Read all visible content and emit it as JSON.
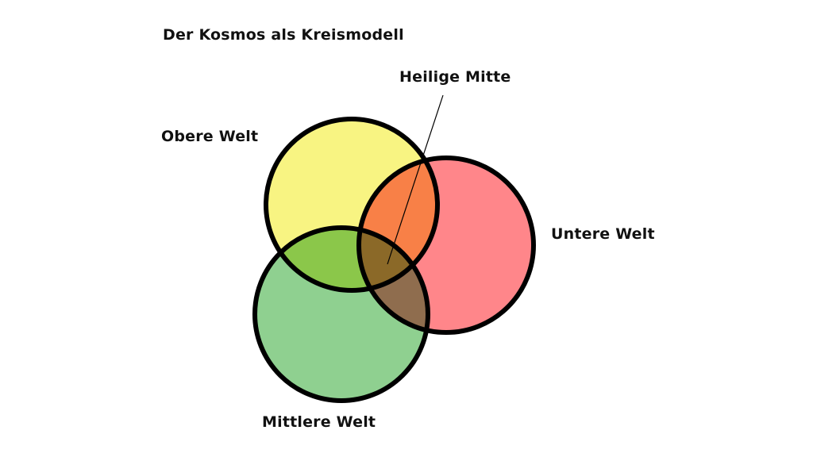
{
  "title": "Der Kosmos als Kreismodell",
  "labels": {
    "upper_world": "Obere Welt",
    "sacred_center": "Heilige Mitte",
    "lower_world": "Untere Welt",
    "middle_world": "Mittlere Welt"
  },
  "colors": {
    "upper_world": "#f7f07a",
    "lower_world": "#ff7c80",
    "middle_world": "#7dc96c",
    "outline": "#000000"
  }
}
